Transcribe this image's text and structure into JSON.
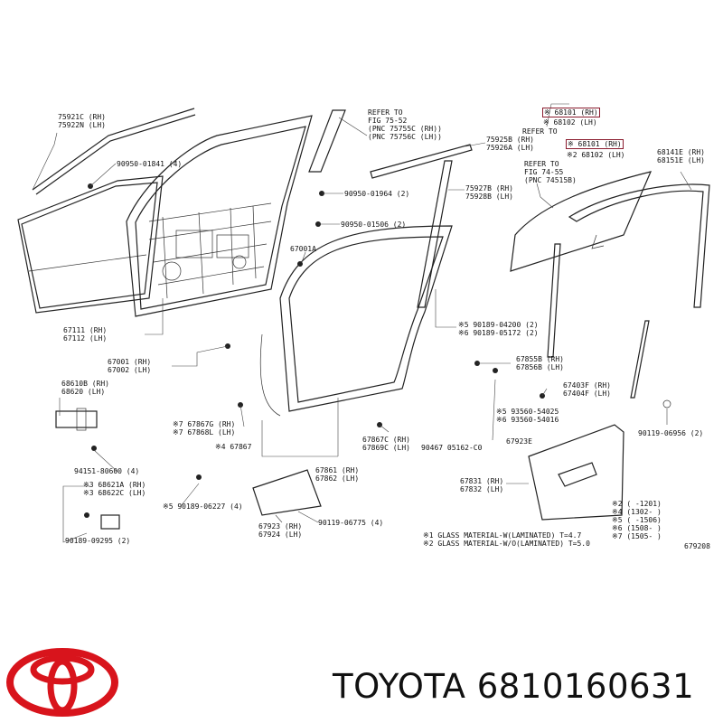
{
  "diagram": {
    "labels": [
      {
        "id": "l1",
        "lines": [
          "75921C (RH)",
          "75922N (LH)"
        ]
      },
      {
        "id": "l2",
        "lines": [
          "90950-01841 (4)"
        ]
      },
      {
        "id": "l3",
        "lines": [
          "REFER TO",
          "FIG 75-52",
          "(PNC 75755C (RH))",
          "(PNC 75756C (LH))"
        ]
      },
      {
        "id": "l4",
        "lines": [
          "90950-01964 (2)"
        ]
      },
      {
        "id": "l5",
        "lines": [
          "90950-01506 (2)"
        ]
      },
      {
        "id": "l6",
        "lines": [
          "67001A"
        ]
      },
      {
        "id": "l7",
        "lines": [
          "75925B (RH)",
          "75926A (LH)"
        ]
      },
      {
        "id": "l8",
        "lines": [
          "75927B (RH)",
          "75928B (LH)"
        ]
      },
      {
        "id": "l9a",
        "lines": [
          "※ 68101 (RH)"
        ]
      },
      {
        "id": "l9b",
        "lines": [
          "※ 68102 (LH)"
        ]
      },
      {
        "id": "l10",
        "lines": [
          "REFER TO"
        ]
      },
      {
        "id": "l11a",
        "lines": [
          "※ 68101 (RH)"
        ]
      },
      {
        "id": "l11b",
        "lines": [
          "※2 68102 (LH)"
        ]
      },
      {
        "id": "l12",
        "lines": [
          "REFER TO",
          "FIG 74-55",
          "(PNC 74515B)"
        ]
      },
      {
        "id": "l13",
        "lines": [
          "68141E (RH)",
          "68151E (LH)"
        ]
      },
      {
        "id": "l14",
        "lines": [
          "67111 (RH)",
          "67112 (LH)"
        ]
      },
      {
        "id": "l15",
        "lines": [
          "67001 (RH)",
          "67002 (LH)"
        ]
      },
      {
        "id": "l16",
        "lines": [
          "68610B (RH)",
          "68620 (LH)"
        ]
      },
      {
        "id": "l17",
        "lines": [
          "※5 90189-04200 (2)",
          "※6 90189-05172 (2)"
        ]
      },
      {
        "id": "l18",
        "lines": [
          "67855B (RH)",
          "67856B (LH)"
        ]
      },
      {
        "id": "l19",
        "lines": [
          "67403F (RH)",
          "67404F (LH)"
        ]
      },
      {
        "id": "l20",
        "lines": [
          "※5 93560-54025",
          "※6 93560-54016"
        ]
      },
      {
        "id": "l21",
        "lines": [
          "90119-06956 (2)"
        ]
      },
      {
        "id": "l22",
        "lines": [
          "※7 67867G (RH)",
          "※7 67868L (LH)"
        ]
      },
      {
        "id": "l23",
        "lines": [
          "※4 67867"
        ]
      },
      {
        "id": "l24",
        "lines": [
          "67867C (RH)",
          "67869C (LH)"
        ]
      },
      {
        "id": "l25",
        "lines": [
          "90467 05162-C0"
        ]
      },
      {
        "id": "l26",
        "lines": [
          "67923E"
        ]
      },
      {
        "id": "l27",
        "lines": [
          "94151-80600 (4)"
        ]
      },
      {
        "id": "l28",
        "lines": [
          "※3 68621A (RH)",
          "※3 68622C (LH)"
        ]
      },
      {
        "id": "l29",
        "lines": [
          "67861 (RH)",
          "67862 (LH)"
        ]
      },
      {
        "id": "l30",
        "lines": [
          "67831 (RH)",
          "67832 (LH)"
        ]
      },
      {
        "id": "l31",
        "lines": [
          "※5 90189-06227 (4)"
        ]
      },
      {
        "id": "l32",
        "lines": [
          "※2 (      -1201)",
          "※4 (1302-      )",
          "※5 (      -1506)",
          "※6 (1508-      )",
          "※7 (1505-      )"
        ]
      },
      {
        "id": "l33",
        "lines": [
          "90119-06775 (4)"
        ]
      },
      {
        "id": "l34",
        "lines": [
          "67923 (RH)",
          "67924 (LH)"
        ]
      },
      {
        "id": "l35",
        "lines": [
          "※1 GLASS MATERIAL-W(LAMINATED) T=4.7",
          "※2 GLASS MATERIAL-W/O(LAMINATED) T=5.0"
        ]
      },
      {
        "id": "l36",
        "lines": [
          "90189-09295 (2)"
        ]
      },
      {
        "id": "l37",
        "lines": [
          "679208"
        ]
      }
    ]
  },
  "footer": {
    "brand_text": "TOYOTA 6810160631"
  },
  "colors": {
    "line": "#222222",
    "highlight_box": "#8a1b2e",
    "logo_red": "#d8141c"
  },
  "icons": {
    "logo": "toyota-emblem-icon"
  }
}
